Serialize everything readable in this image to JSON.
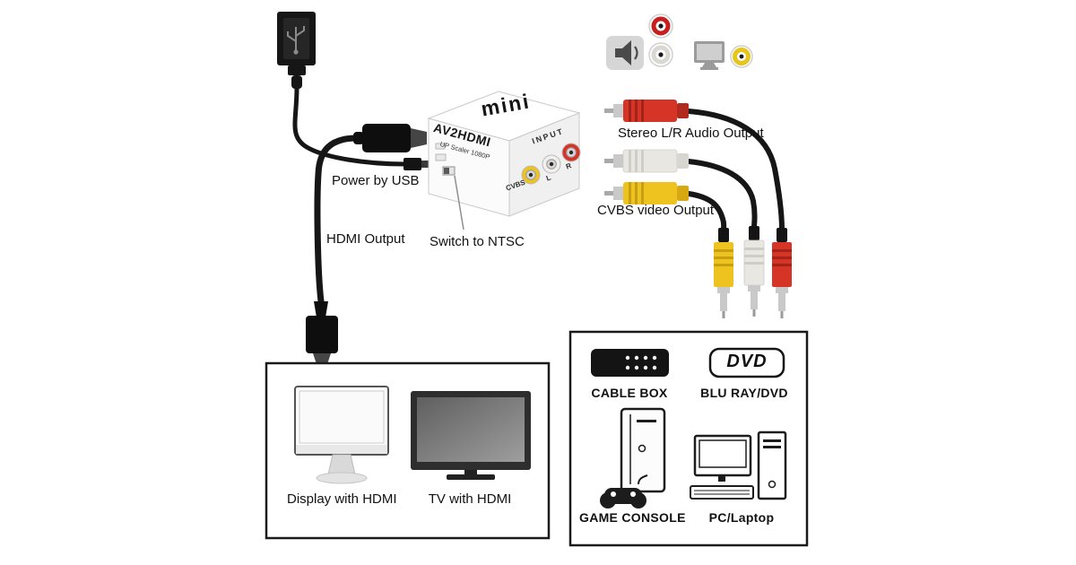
{
  "converter": {
    "brand": "mini",
    "model": "AV2HDMI",
    "subtitle": "UP Scaler 1080P",
    "input_label": "INPUT",
    "jacks": {
      "cvbs": "CVBS",
      "left": "L",
      "right": "R"
    }
  },
  "callouts": {
    "power": "Power by USB",
    "hdmi_output": "HDMI Output",
    "switch_ntsc": "Switch to NTSC",
    "stereo_output": "Stereo L/R Audio Output",
    "cvbs_output": "CVBS video Output"
  },
  "display_panel": {
    "display": "Display with HDMI",
    "tv": "TV with HDMI"
  },
  "source_panel": {
    "cable_box": "CABLE BOX",
    "blu_ray": "BLU RAY/DVD",
    "dvd_badge": "DVD",
    "game_console": "GAME CONSOLE",
    "pc_laptop": "PC/Laptop"
  },
  "colors": {
    "rca_red": "#d63427",
    "rca_white": "#e9e7e2",
    "rca_yellow": "#efc31f",
    "cable_black": "#161616"
  }
}
